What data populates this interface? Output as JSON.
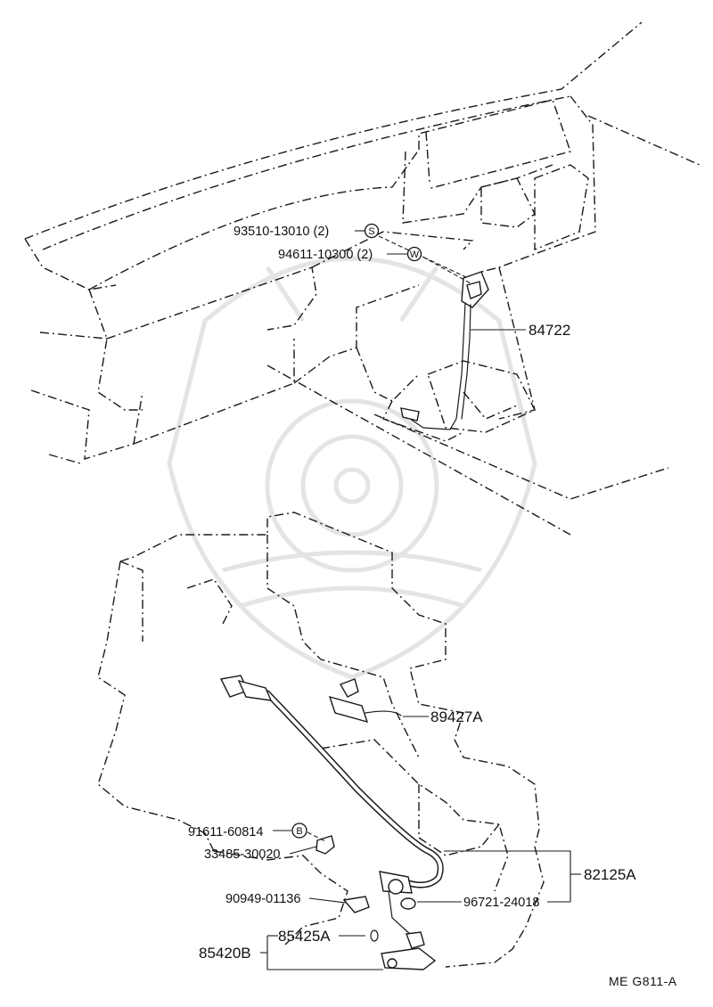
{
  "upper_assembly": {
    "labels": {
      "screw": "93510-13010 (2)",
      "washer": "94611-10300 (2)",
      "unit": "84722"
    },
    "symbols": {
      "screw": "S",
      "washer": "W"
    }
  },
  "lower_assembly": {
    "labels": {
      "sensor": "89427A",
      "bolt": "91611-60814",
      "clamp": "33485-30020",
      "clip": "90949-01136",
      "harness": "82125A",
      "oring": "96721-24018",
      "switch_part": "85425A",
      "switch_assy": "85420B"
    },
    "symbols": {
      "bolt": "B"
    }
  },
  "footer": {
    "code": "ME  G811-A"
  }
}
